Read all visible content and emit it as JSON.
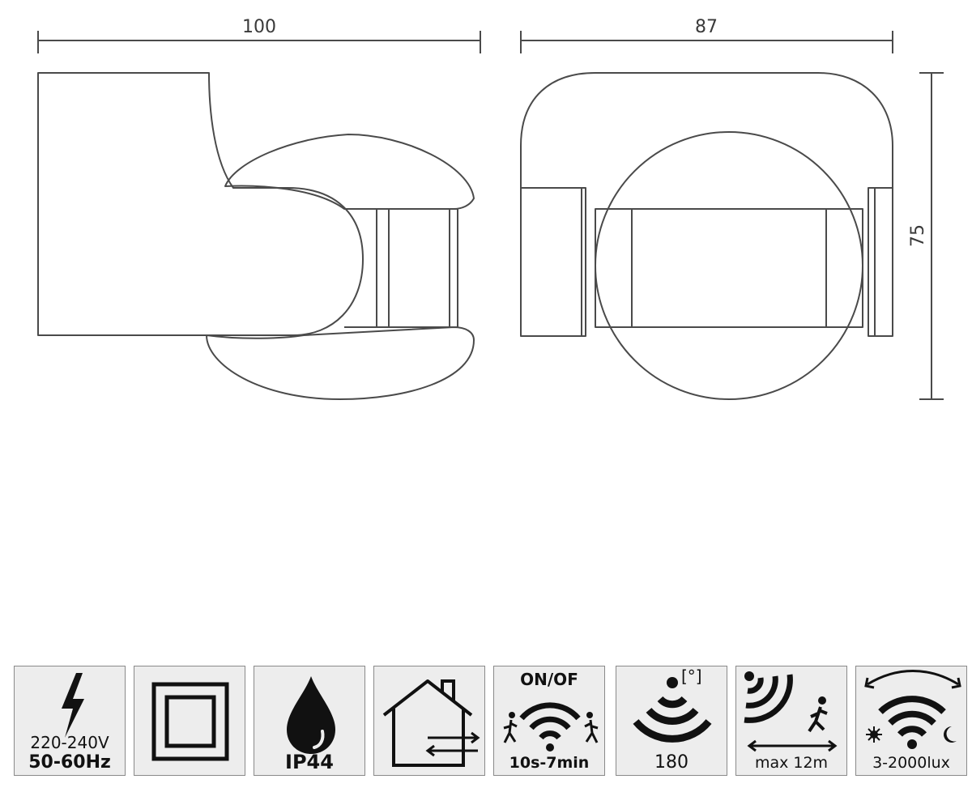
{
  "dimensions": {
    "width_side": "100",
    "width_front": "87",
    "height": "75"
  },
  "colors": {
    "outline": "#4a4a4a",
    "tile_bg": "#ededed",
    "tile_border": "#8a8a8a",
    "icon": "#111111"
  },
  "features": [
    {
      "icon": "lightning-icon",
      "line1": "220-240V",
      "line2": "50-60Hz"
    },
    {
      "icon": "double-insulation-icon"
    },
    {
      "icon": "water-drop-icon",
      "label": "IP44"
    },
    {
      "icon": "house-wiring-icon"
    },
    {
      "icon": "motion-detection-icon",
      "label_top": "ON/OF",
      "label_bottom": "10s-7min"
    },
    {
      "icon": "detection-angle-icon",
      "label_top": "[°]",
      "label_bottom": "180"
    },
    {
      "icon": "detection-range-icon",
      "label": "max 12m"
    },
    {
      "icon": "light-sensor-icon",
      "label": "3-2000lux"
    }
  ]
}
